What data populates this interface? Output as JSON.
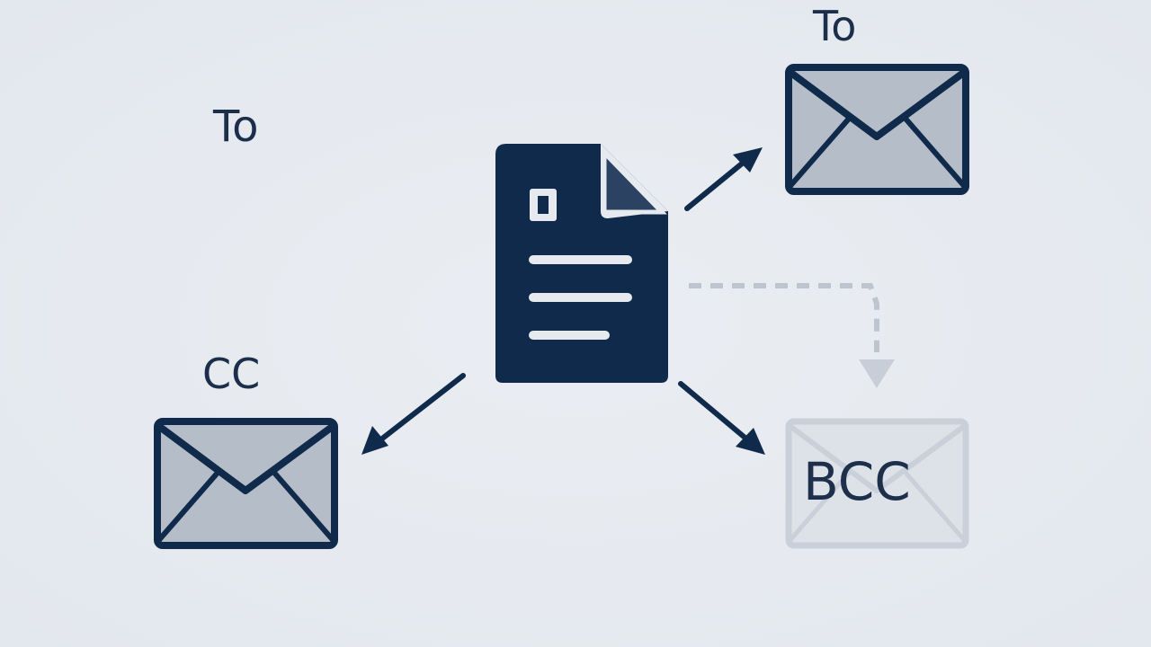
{
  "labels": {
    "to_top": "To",
    "to_left": "To",
    "cc": "CC",
    "bcc": "BCC"
  },
  "colors": {
    "background": "#e6eaef",
    "navy": "#0f2a4a",
    "envelope_fill": "#b4bdc8",
    "faded": "#c9d0d9"
  },
  "icons": [
    "document-icon",
    "envelope-icon",
    "arrow-icon"
  ]
}
